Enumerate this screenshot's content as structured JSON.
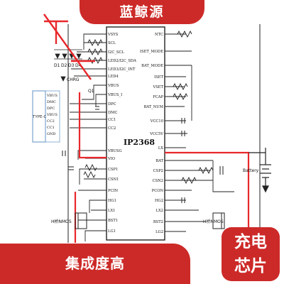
{
  "brand": {
    "name": "蓝鲸源"
  },
  "feature": {
    "label": "集成度高"
  },
  "badge": {
    "line1": "充电",
    "line2": "芯片"
  },
  "schematic": {
    "chip_label": "IP2368",
    "left_pins": [
      "VSYS",
      "SCL",
      "I2C_SCL",
      "LED2/I2C_SDA",
      "LED3/I2C_INT",
      "LED4",
      "VBUS",
      "VBUS_I",
      "DPC",
      "DMC",
      "CC1",
      "CC2",
      "VBUSG",
      "VIO",
      "CSP1",
      "CSN1",
      "PCIN",
      "HG1",
      "LX1",
      "BST1",
      "LG1"
    ],
    "right_pins": [
      "NTC",
      "ISET_MODE",
      "BAT_MODE",
      "ISET",
      "VSET",
      "FCAP",
      "BAT_NUM",
      "VCC10",
      "VCC5V",
      "LX",
      "BAT",
      "CSP2",
      "CSN2",
      "PCON",
      "HG2",
      "LX2",
      "BST2",
      "LG2"
    ],
    "connector_pins": [
      "VBUS",
      "DMC",
      "DPC",
      "VBUS",
      "CC2",
      "CC1",
      "GND"
    ],
    "connector_label": "TYPE-C",
    "mosfet_label_left": "H桥NMOS",
    "mosfet_label_right": "H桥NMOS",
    "battery_label": "Battery",
    "led_labels": [
      "D1",
      "D2",
      "D3",
      "D4"
    ],
    "led_extra": "CHRG",
    "q_label": "Q1"
  },
  "colors": {
    "banner": "#cc2a28",
    "schematic_line": "#222222",
    "highlight": "#e8282c",
    "connector": "#8fb0d6"
  }
}
